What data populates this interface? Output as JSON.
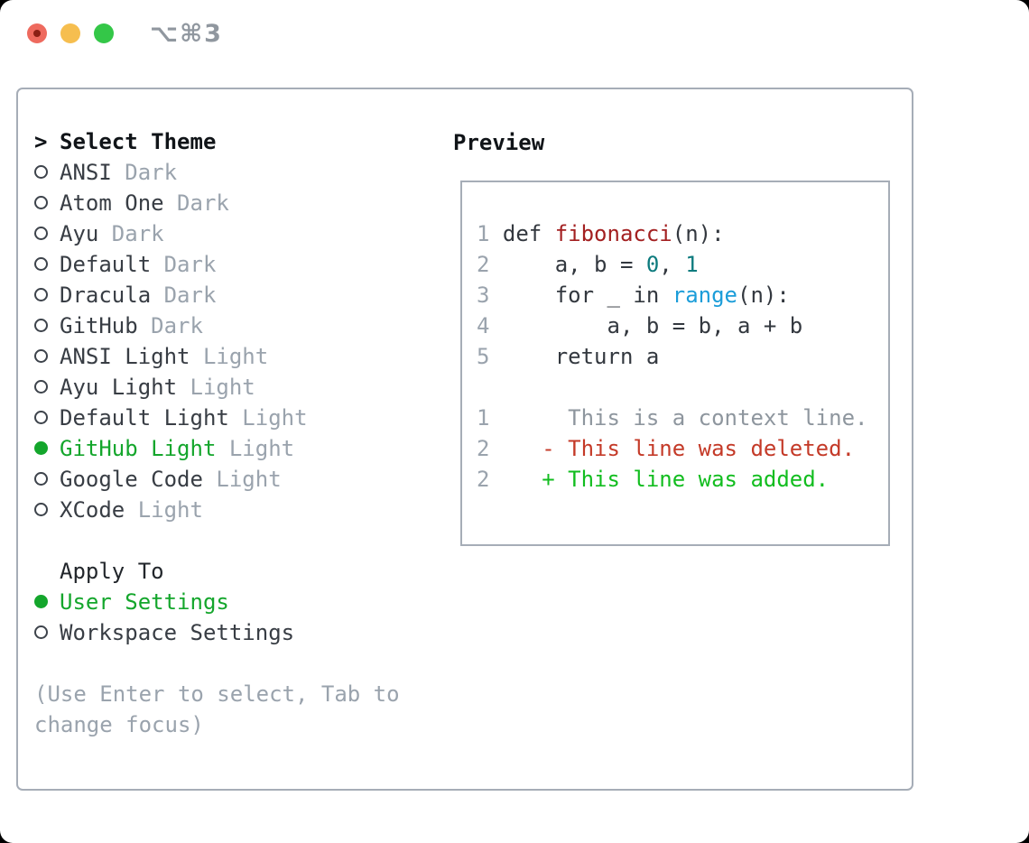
{
  "titlebar": {
    "title": "⌥⌘3"
  },
  "colors": {
    "heading": "#101418",
    "text": "#383d44",
    "muted": "#9aa3ad",
    "green": "#14a62c",
    "border": "#a6adb7",
    "title": "#90979f",
    "traffic_red": "#ee6a5e",
    "traffic_red_dot": "#8a1f14",
    "traffic_yellow": "#f6be4f",
    "traffic_green": "#34c748",
    "code": "#33383f",
    "function": "#a32021",
    "number": "#0d7b7e",
    "builtin": "#1b9dd9",
    "context": "#8e969e",
    "deleted": "#c43a28",
    "added": "#12bd1f"
  },
  "theme_panel": {
    "heading_marker": ">",
    "heading": "Select Theme",
    "themes": [
      {
        "name": "ANSI",
        "variant": "Dark",
        "selected": false
      },
      {
        "name": "Atom One",
        "variant": "Dark",
        "selected": false
      },
      {
        "name": "Ayu",
        "variant": "Dark",
        "selected": false
      },
      {
        "name": "Default",
        "variant": "Dark",
        "selected": false
      },
      {
        "name": "Dracula",
        "variant": "Dark",
        "selected": false
      },
      {
        "name": "GitHub",
        "variant": "Dark",
        "selected": false
      },
      {
        "name": "ANSI Light",
        "variant": "Light",
        "selected": false
      },
      {
        "name": "Ayu Light",
        "variant": "Light",
        "selected": false
      },
      {
        "name": "Default Light",
        "variant": "Light",
        "selected": false
      },
      {
        "name": "GitHub Light",
        "variant": "Light",
        "selected": true
      },
      {
        "name": "Google Code",
        "variant": "Light",
        "selected": false
      },
      {
        "name": "XCode",
        "variant": "Light",
        "selected": false
      }
    ],
    "apply_heading": "Apply To",
    "apply_options": [
      {
        "label": "User Settings",
        "selected": true
      },
      {
        "label": "Workspace Settings",
        "selected": false
      }
    ],
    "hint_lines": [
      "(Use Enter to select, Tab to",
      "change focus)"
    ]
  },
  "preview": {
    "heading": "Preview",
    "lines": [
      {
        "num": "1",
        "tokens": [
          {
            "t": " def ",
            "c": "code"
          },
          {
            "t": "fibonacci",
            "c": "function"
          },
          {
            "t": "(n):",
            "c": "code"
          }
        ]
      },
      {
        "num": "2",
        "tokens": [
          {
            "t": "     a, b = ",
            "c": "code"
          },
          {
            "t": "0",
            "c": "number"
          },
          {
            "t": ", ",
            "c": "code"
          },
          {
            "t": "1",
            "c": "number"
          }
        ]
      },
      {
        "num": "3",
        "tokens": [
          {
            "t": "     for _ in ",
            "c": "code"
          },
          {
            "t": "range",
            "c": "builtin"
          },
          {
            "t": "(n):",
            "c": "code"
          }
        ]
      },
      {
        "num": "4",
        "tokens": [
          {
            "t": "         a, b = b, a + b",
            "c": "code"
          }
        ]
      },
      {
        "num": "5",
        "tokens": [
          {
            "t": "     return a",
            "c": "code"
          }
        ]
      },
      {
        "num": "",
        "tokens": []
      },
      {
        "num": "1",
        "tokens": [
          {
            "t": "      This is a context line.",
            "c": "context"
          }
        ]
      },
      {
        "num": "2",
        "tokens": [
          {
            "t": "    - This line was deleted.",
            "c": "deleted"
          }
        ]
      },
      {
        "num": "2",
        "tokens": [
          {
            "t": "    + This line was added.",
            "c": "added"
          }
        ]
      }
    ]
  }
}
